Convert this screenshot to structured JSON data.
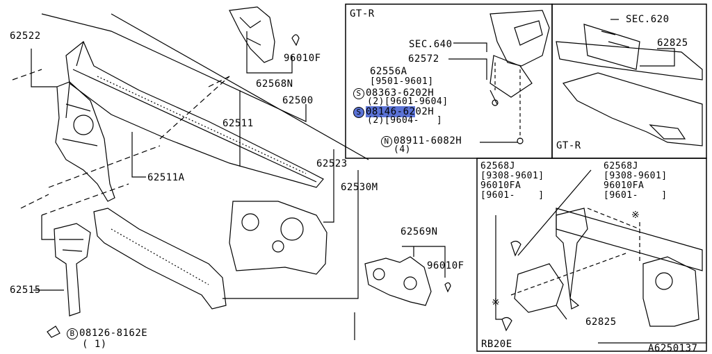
{
  "labels": {
    "l62522": "62522",
    "l62568N": "62568N",
    "l96010F_top": "96010F",
    "l62500": "62500",
    "l62511": "62511",
    "l62523": "62523",
    "l62511A": "62511A",
    "l62530M": "62530M",
    "l62515": "62515",
    "l08126": "08126-8162E",
    "l08126_qty": "( 1)",
    "l62569N": "62569N",
    "l96010F_mid": "96010F"
  },
  "gtr_box": {
    "title": "GT-R",
    "sec640": "SEC.640",
    "p62572": "62572",
    "p62556A": "62556A",
    "range1": "[9501-9601]",
    "bolt1": "08363-6202H",
    "bolt1_qty": "(2)[9601-9604]",
    "bolt2_a": "08146-62",
    "bolt2_b": "02H",
    "bolt2_qty": "(2)[9604-   ]",
    "nut": "08911-6082H",
    "nut_qty": "(4)",
    "s_mark": "S",
    "n_mark": "N"
  },
  "gtr_box2": {
    "title": "GT-R",
    "sec620": "SEC.620",
    "p62825": "62825"
  },
  "rb20e_box": {
    "title": "RB20E",
    "left_part": "62568J",
    "left_range": "[9308-9601]",
    "left_part2": "96010FA",
    "left_range2": "[9601-    ]",
    "right_part": "62568J",
    "right_range": "[9308-9601]",
    "right_part2": "96010FA",
    "right_range2": "[9601-    ]",
    "p62825": "62825",
    "asterisk": "※"
  },
  "b_mark": "B",
  "diagram_id": "A6250137"
}
